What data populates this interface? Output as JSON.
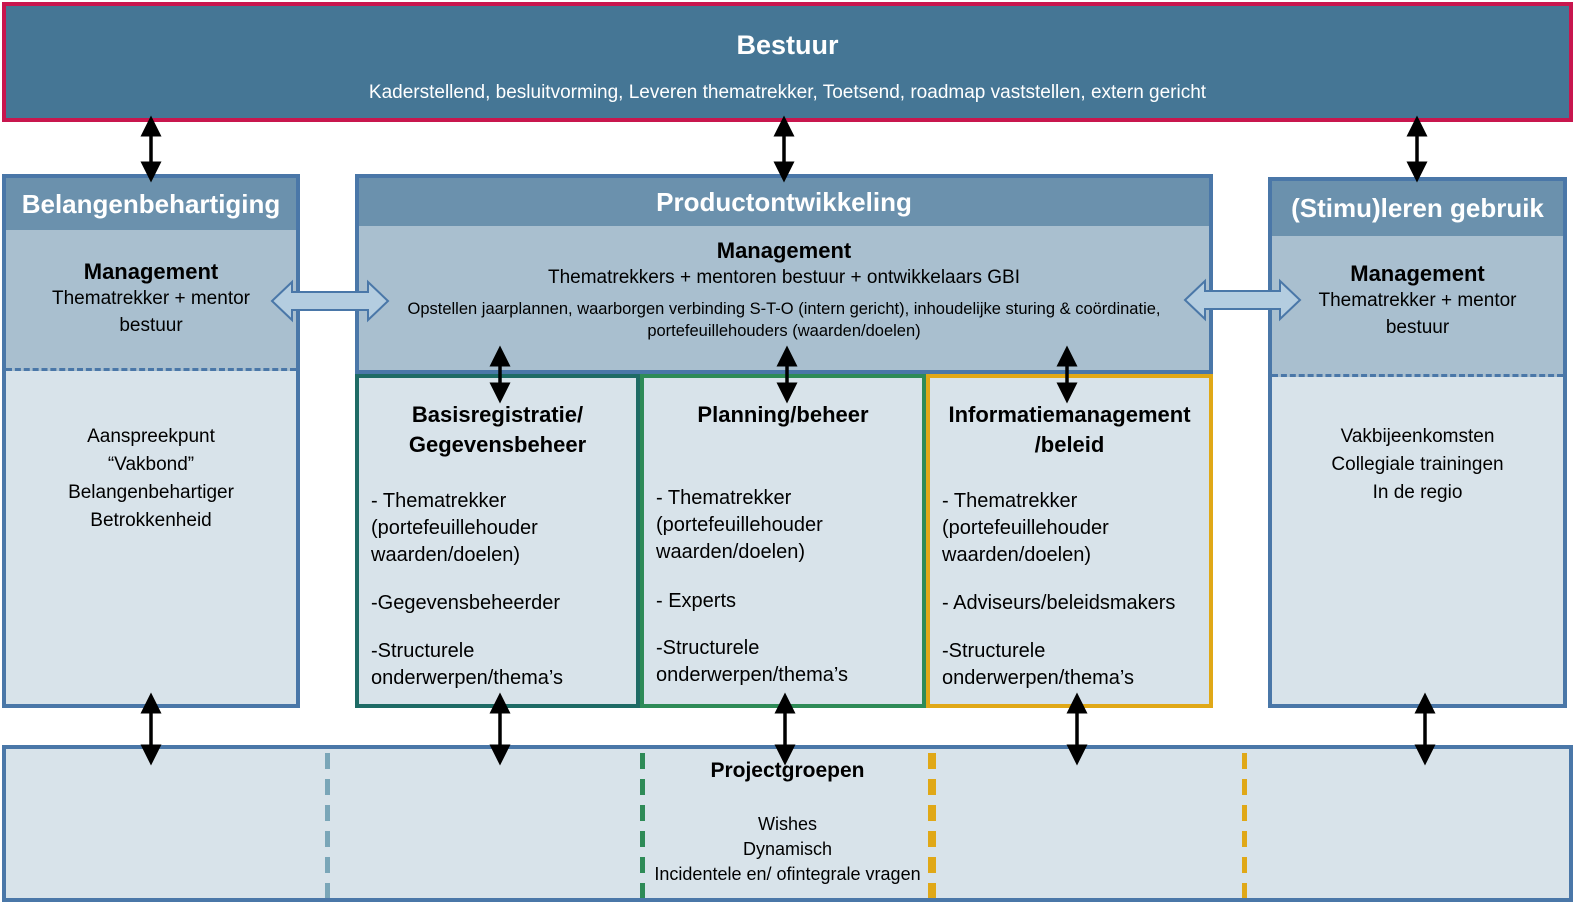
{
  "colors": {
    "bestuur_fill": "#457695",
    "bestuur_border": "#c8164e",
    "header_fill": "#6b91ad",
    "management_fill": "#a9bfcf",
    "body_fill": "#d8e3ea",
    "box_border": "#4a77a8",
    "basis_border": "#1e6b65",
    "planning_border": "#2e8b57",
    "info_border": "#e0a817"
  },
  "bestuur": {
    "title": "Bestuur",
    "subtitle": "Kaderstellend, besluitvorming, Leveren thematrekker, Toetsend, roadmap vaststellen, extern gericht"
  },
  "belangen": {
    "title": "Belangenbehartiging",
    "mgmt_title": "Management",
    "mgmt_line1": "Thematrekker + mentor",
    "mgmt_line2": "bestuur",
    "items": [
      "Aanspreekpunt",
      "“Vakbond”",
      "Belangenbehartiger",
      "Betrokkenheid"
    ]
  },
  "product": {
    "title": "Productontwikkeling",
    "mgmt_title": "Management",
    "mgmt_sub": "Thematrekkers + mentoren bestuur + ontwikkelaars GBI",
    "mgmt_desc1": "Opstellen jaarplannen, waarborgen verbinding S-T-O (intern gericht), inhoudelijke sturing & coördinatie,",
    "mgmt_desc2": "portefeuillehouders (waarden/doelen)"
  },
  "stimu": {
    "title": "(Stimu)leren gebruik",
    "mgmt_title": "Management",
    "mgmt_line1": "Thematrekker + mentor",
    "mgmt_line2": "bestuur",
    "items": [
      "Vakbijeenkomsten",
      "Collegiale trainingen",
      "In de regio"
    ]
  },
  "basis": {
    "title1": "Basisregistratie/",
    "title2": "Gegevensbeheer",
    "p1": [
      "- Thematrekker",
      "(portefeuillehouder",
      "waarden/doelen)"
    ],
    "p2": "-Gegevensbeheerder",
    "p3": [
      "-Structurele",
      "onderwerpen/thema’s"
    ]
  },
  "planning": {
    "title": "Planning/beheer",
    "p1": [
      "- Thematrekker",
      "(portefeuillehouder",
      "waarden/doelen)"
    ],
    "p2": "- Experts",
    "p3": [
      "-Structurele",
      "onderwerpen/thema’s"
    ]
  },
  "info": {
    "title1": "Informatiemanagement",
    "title2": "/beleid",
    "p1": [
      "- Thematrekker",
      "(portefeuillehouder",
      "waarden/doelen)"
    ],
    "p2": "- Adviseurs/beleidsmakers",
    "p3": [
      "-Structurele",
      "onderwerpen/thema’s"
    ]
  },
  "projectgroepen": {
    "title": "Projectgroepen",
    "items": [
      "Wishes",
      "Dynamisch",
      "Incidentele en/ ofintegrale vragen"
    ]
  }
}
